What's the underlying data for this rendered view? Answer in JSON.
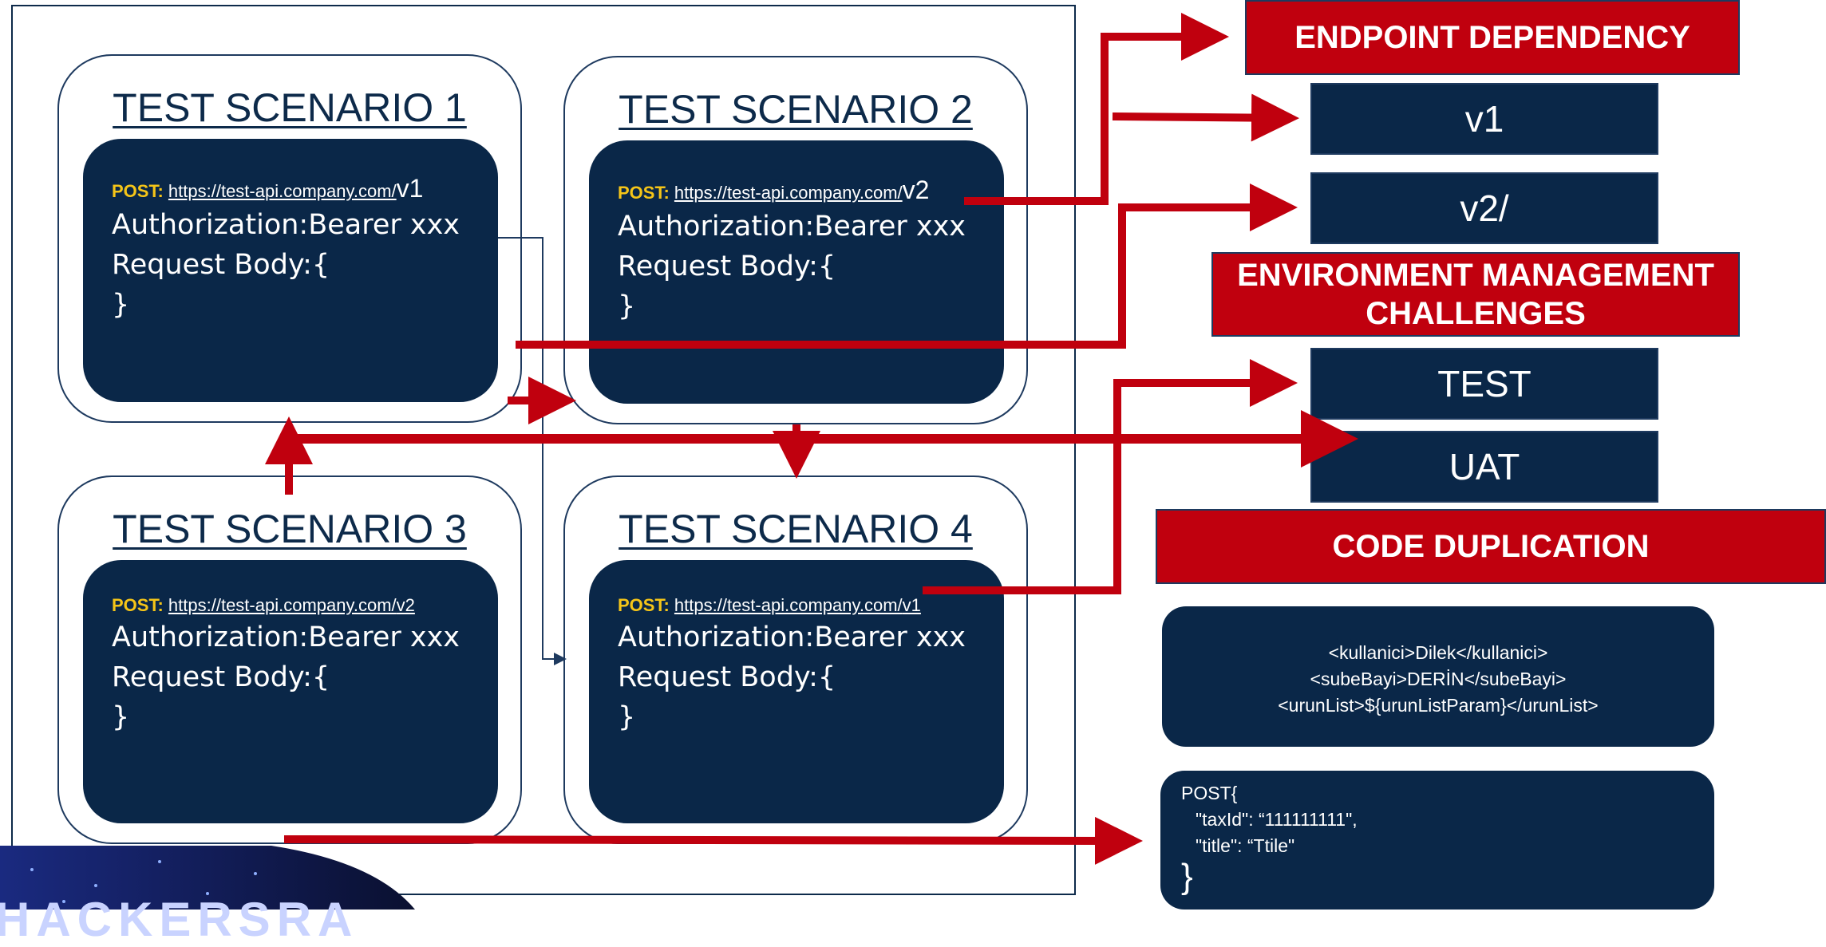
{
  "scenarios": [
    {
      "title": "TEST SCENARIO 1",
      "method": "POST:",
      "url": "https://test-api.company.com/",
      "version": "v1",
      "auth": "Authorization:Bearer xxx",
      "body_open": "Request Body:{",
      "body_close": "}"
    },
    {
      "title": "TEST SCENARIO 2",
      "method": "POST:",
      "url": "https://test-api.company.com/",
      "version": "v2",
      "auth": "Authorization:Bearer xxx",
      "body_open": "Request Body:{",
      "body_close": "}"
    },
    {
      "title": "TEST SCENARIO 3",
      "method": "POST:",
      "url": "https://test-api.company.com/",
      "version": "v2",
      "auth": "Authorization:Bearer xxx",
      "body_open": "Request Body:{",
      "body_close": "}"
    },
    {
      "title": "TEST SCENARIO 4",
      "method": "POST:",
      "url": "https://test-api.company.com/",
      "version": "v1",
      "auth": "Authorization:Bearer xxx",
      "body_open": "Request Body:{",
      "body_close": "}"
    }
  ],
  "labels": {
    "endpoint_dependency": "ENDPOINT DEPENDENCY",
    "v1": "v1",
    "v2": "v2/",
    "environment_line1": "ENVIRONMENT MANAGEMENT",
    "environment_line2": "CHALLENGES",
    "test": "TEST",
    "uat": "UAT",
    "code_duplication": "CODE DUPLICATION"
  },
  "xml_snippet": [
    "<kullanici>Dilek</kullanici>",
    "<subeBayi>DERİN</subeBayi>",
    "<urunList>${urunListParam}</urunList>"
  ],
  "json_snippet": {
    "open": "POST{",
    "lines": [
      "\"taxId\": “111111111\",",
      "\"title\": “Ttile\""
    ],
    "close": "}"
  },
  "logo": {
    "text": "HACKERSRA"
  },
  "colors": {
    "navy": "#0a2748",
    "red": "#c0000e",
    "method_yellow": "#f5c518"
  }
}
